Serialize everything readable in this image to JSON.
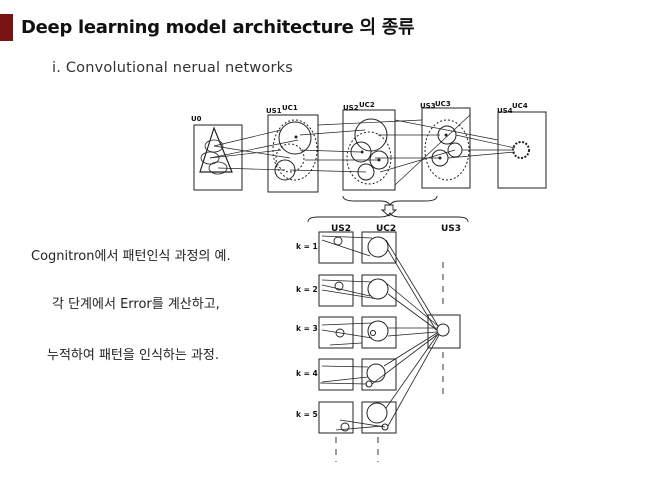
{
  "slide": {
    "title": "Deep learning model architecture 의 종류",
    "subtitle": "i.   Convolutional nerual networks",
    "body": [
      "Cognitron에서 패턴인식 과정의 예.",
      "각 단계에서 Error를 계산하고,",
      "누적하여 패턴을 인식하는 과정."
    ]
  },
  "figure": {
    "top_layers": [
      "U0",
      "US1",
      "UC1",
      "US2",
      "UC2",
      "US3",
      "UC3",
      "US4",
      "UC4"
    ],
    "detail_headers": [
      "US2",
      "UC2",
      "US3"
    ],
    "k_labels": [
      "k = 1",
      "k = 2",
      "k = 3",
      "k = 4",
      "k = 5"
    ]
  },
  "colors": {
    "accent": "#7a1414"
  }
}
